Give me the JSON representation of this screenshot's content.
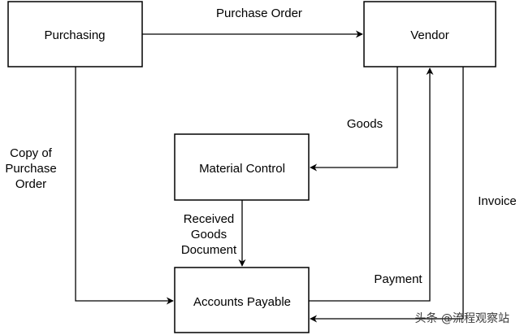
{
  "diagram": {
    "nodes": {
      "purchasing": "Purchasing",
      "vendor": "Vendor",
      "material_control": "Material Control",
      "accounts_payable": "Accounts Payable"
    },
    "edges": {
      "purchase_order": "Purchase Order",
      "goods": "Goods",
      "copy_of_po": [
        "Copy of",
        "Purchase",
        "Order"
      ],
      "received_goods": [
        "Received",
        "Goods",
        "Document"
      ],
      "payment": "Payment",
      "invoice": "Invoice"
    },
    "colors": {
      "stroke": "#000000",
      "background": "#ffffff",
      "text": "#000000"
    }
  },
  "watermark": {
    "text": "头条 @流程观察站"
  }
}
